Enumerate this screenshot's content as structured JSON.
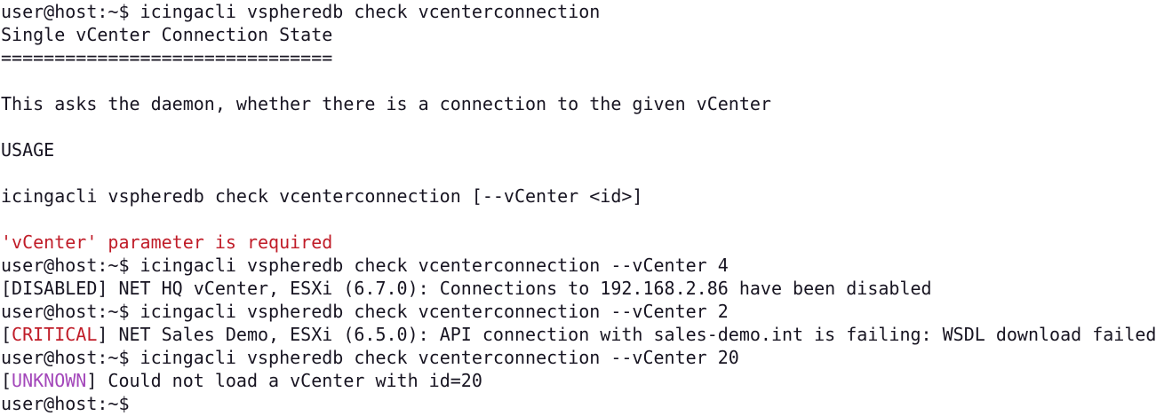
{
  "terminal": {
    "prompt": "user@host:~$ ",
    "lines": {
      "l0": {
        "prompt": "user@host:~$ ",
        "command": "icingacli vspheredb check vcenterconnection"
      },
      "l1": {
        "text": "Single vCenter Connection State"
      },
      "l2": {
        "text": "==============================="
      },
      "l3": {
        "text": ""
      },
      "l4": {
        "text": "This asks the daemon, whether there is a connection to the given vCenter"
      },
      "l5": {
        "text": ""
      },
      "l6": {
        "text": "USAGE"
      },
      "l7": {
        "text": ""
      },
      "l8": {
        "text": "icingacli vspheredb check vcenterconnection [--vCenter <id>]"
      },
      "l9": {
        "text": ""
      },
      "l10": {
        "text": "'vCenter' parameter is required",
        "color": "#c01c28"
      },
      "l11": {
        "prompt": "user@host:~$ ",
        "command": "icingacli vspheredb check vcenterconnection --vCenter 4"
      },
      "l12": {
        "open": "[",
        "state": "DISABLED",
        "close": "]",
        "message": " NET HQ vCenter, ESXi (6.7.0): Connections to 192.168.2.86 have been disabled"
      },
      "l13": {
        "prompt": "user@host:~$ ",
        "command": "icingacli vspheredb check vcenterconnection --vCenter 2"
      },
      "l14": {
        "open": "[",
        "state": "CRITICAL",
        "close": "]",
        "message": " NET Sales Demo, ESXi (6.5.0): API connection with sales-demo.int is failing: WSDL download failed",
        "state_color": "#c01c28"
      },
      "l15": {
        "prompt": "user@host:~$ ",
        "command": "icingacli vspheredb check vcenterconnection --vCenter 20"
      },
      "l16": {
        "open": "[",
        "state": "UNKNOWN",
        "close": "]",
        "message": " Could not load a vCenter with id=20",
        "state_color": "#a347ba"
      },
      "l17": {
        "prompt": "user@host:~$",
        "command": ""
      }
    },
    "colors": {
      "background": "#ffffff",
      "foreground": "#171421",
      "error": "#c01c28",
      "critical": "#c01c28",
      "unknown": "#a347ba"
    }
  }
}
